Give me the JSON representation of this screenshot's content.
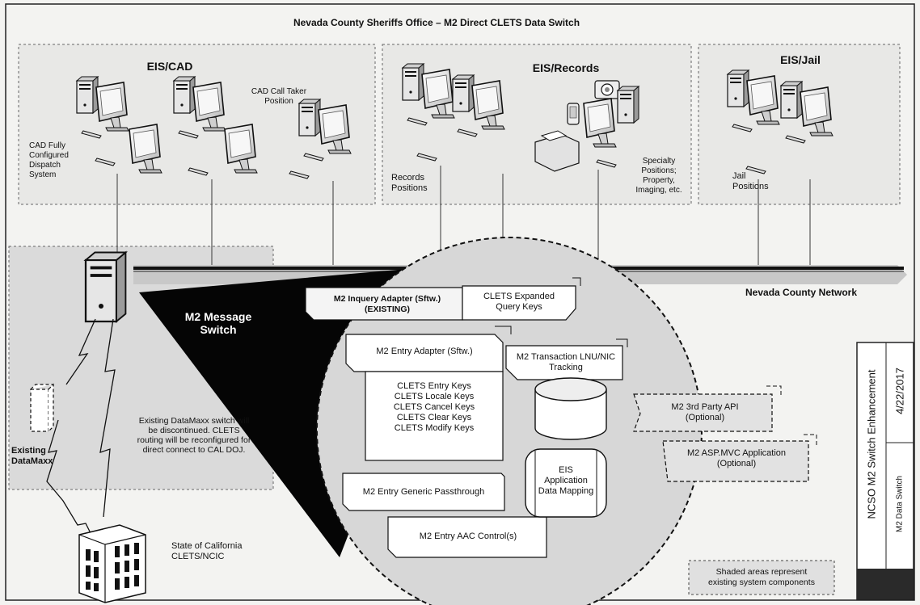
{
  "title": "Nevada County Sheriffs Office – M2 Direct CLETS Data Switch",
  "groups": {
    "cad": "EIS/CAD",
    "records": "EIS/Records",
    "jail": "EIS/Jail"
  },
  "labels": {
    "cad_fully": "CAD Fully\nConfigured\nDispatch\nSystem",
    "cad_call_taker": "CAD Call Taker\nPosition",
    "records_positions": "Records\nPositions",
    "specialty": "Specialty\nPositions;\nProperty,\nImaging, etc.",
    "jail_positions": "Jail\nPositions",
    "network": "Nevada County Network",
    "message_switch": "M2 Message\nSwitch",
    "existing_datamaxx": "Existing\nDataMaxx",
    "datamaxx_note": "Existing DataMaxx switch will\nbe discontinued.  CLETS\nrouting will be reconfigured for\ndirect connect to CAL DOJ.",
    "state_ca": "State of California\nCLETS/NCIC"
  },
  "components": {
    "inquery_adapter": "M2 Inquery Adapter (Sftw.)\n(EXISTING)",
    "clets_expanded": "CLETS Expanded\nQuery Keys",
    "entry_adapter": "M2 Entry Adapter (Sftw.)",
    "entry_keys": "CLETS Entry Keys\nCLETS Locale Keys\nCLETS Cancel Keys\nCLETS Clear Keys\nCLETS Modify Keys",
    "lnu_tracking": "M2 Transaction LNU/NIC\nTracking",
    "third_party": "M2 3rd Party API\n(Optional)",
    "asp_mvc": "M2 ASP.MVC Application\n(Optional)",
    "eis_mapping": "EIS\nApplication\nData Mapping",
    "passthrough": "M2 Entry Generic Passthrough",
    "aac_control": "M2 Entry AAC Control(s)"
  },
  "legend": "Shaded areas represent\nexisting system components",
  "title_block": {
    "project": "NCSO M2 Switch Enhancement",
    "date": "4/22/2017",
    "subtitle": "M2 Data Switch"
  }
}
